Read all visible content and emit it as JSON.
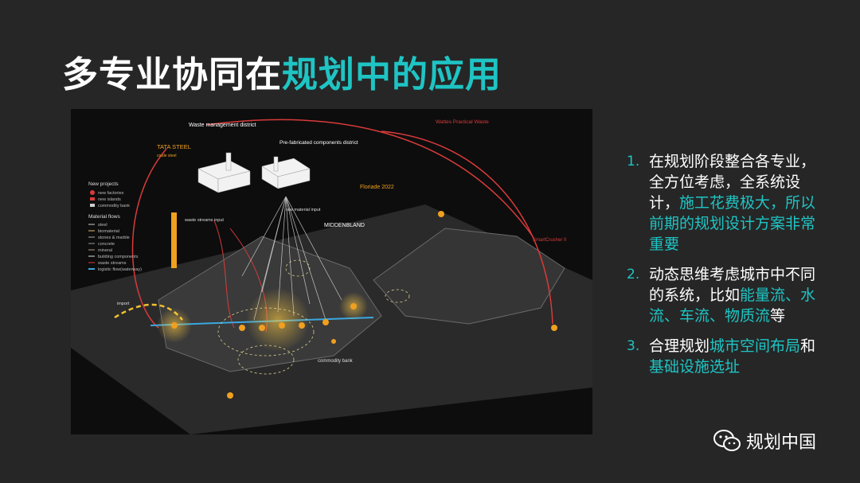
{
  "title": {
    "part1": "多专业协同在",
    "part2": "规划中的应用"
  },
  "map": {
    "header": "Waste management district",
    "tata": "TATA STEEL",
    "tata_sub": "crude steel",
    "prefab": "Pre-fabricated components district",
    "floriade": "Floriade 2022",
    "midden": "MIDDENBLAND",
    "waste_input": "waste streams input",
    "raw_input": "raw material input",
    "practical": "Wattes Practical Waste",
    "crusher": "SmartCrusher II",
    "commodity": "commodity bank",
    "import": "import",
    "legend": {
      "projects_title": "New projects",
      "projects": [
        "new factories",
        "new islands",
        "commodity bank"
      ],
      "flows_title": "Material flows",
      "flows": [
        "steel",
        "biomaterial",
        "stones & marble",
        "concrete",
        "mineral",
        "building components",
        "waste streams",
        "logistic flow(waterway)"
      ]
    }
  },
  "list": [
    {
      "num": "1.",
      "text": "在规划阶段整合各专业，全方位考虑，全系统设计，",
      "highlight": "施工花费极大，所以前期的规划设计方案非常重要",
      "tail": ""
    },
    {
      "num": "2.",
      "text": "动态思维考虑城市中不同的系统，比如",
      "highlight": "能量流、水流、车流、物质流",
      "tail": "等"
    },
    {
      "num": "3.",
      "text": "合理规划",
      "highlight": "城市空间布局",
      "tail": "和",
      "highlight2": "基础设施选址"
    }
  ],
  "footer": {
    "brand": "规划中国"
  }
}
